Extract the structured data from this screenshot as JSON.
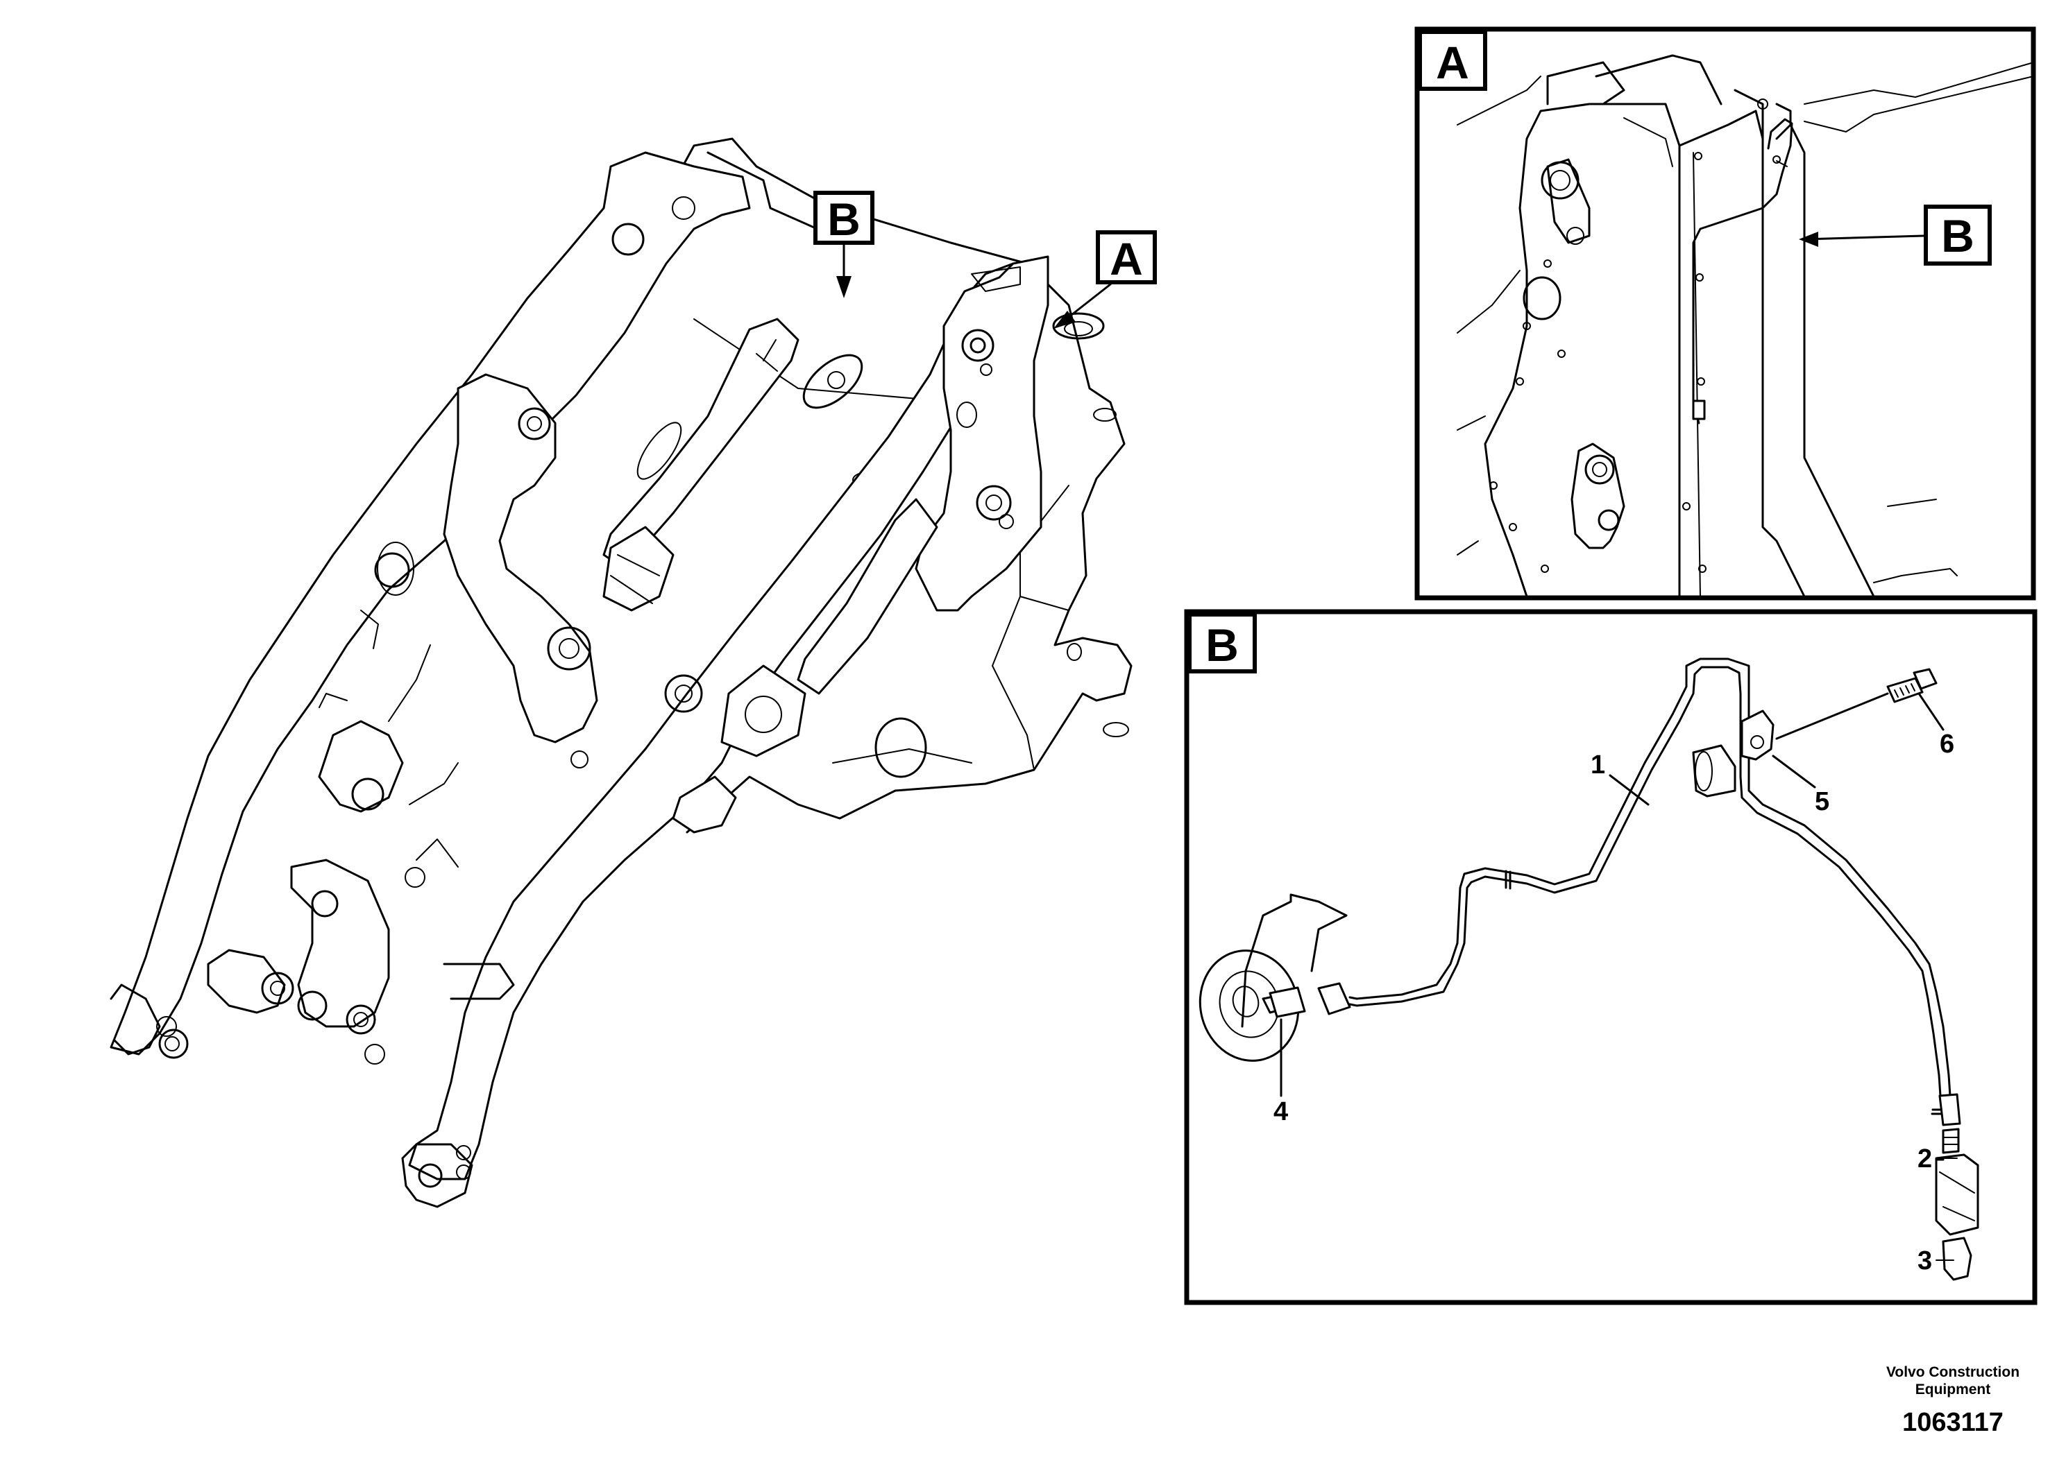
{
  "labels": {
    "view_a": "A",
    "view_b": "B",
    "part_1": "1",
    "part_2": "2",
    "part_3": "3",
    "part_4": "4",
    "part_5": "5",
    "part_6": "6"
  },
  "footer": {
    "company_line1": "Volvo Construction",
    "company_line2": "Equipment",
    "drawing_number": "1063117"
  }
}
